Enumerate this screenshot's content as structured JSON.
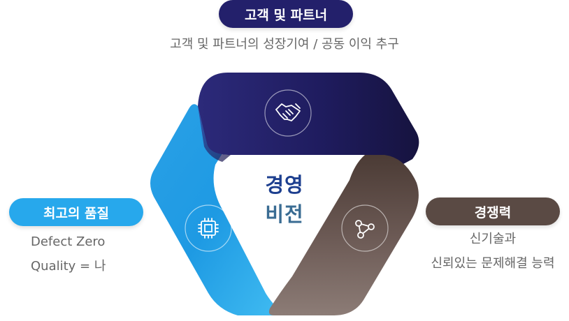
{
  "top": {
    "title": "고객 및 파트너",
    "description": "고객 및 파트너의 성장기여 / 공동 이익 추구"
  },
  "left": {
    "title": "최고의 품질",
    "lines": [
      "Defect Zero",
      "Quality = 나"
    ]
  },
  "right": {
    "title": "경쟁력",
    "lines": [
      "신기술과",
      "신뢰있는 문제해결 능력"
    ]
  },
  "center": {
    "line1": "경영",
    "line2": "비전"
  },
  "icons": {
    "top": "handshake-icon",
    "left": "chip-icon",
    "right": "network-icon"
  },
  "colors": {
    "top": "#23206b",
    "left": "#27a8ec",
    "right": "#5a4a44",
    "center_text": "#1d3f8f"
  }
}
